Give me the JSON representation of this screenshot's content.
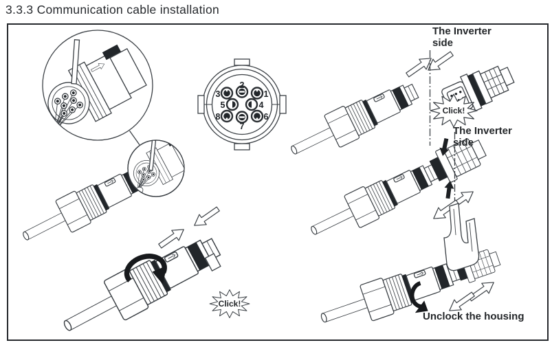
{
  "page": {
    "title": "3.3.3 Communication cable installation"
  },
  "labels": {
    "inverter_side_top": "The Inverter side",
    "inverter_side_mid": "The Inverter side",
    "click_top": "Click!",
    "click_bottom": "Click!",
    "unlock_housing": "Unclock the housing"
  },
  "connector_face": {
    "pins": [
      "1",
      "2",
      "3",
      "4",
      "5",
      "6",
      "7",
      "8"
    ]
  },
  "colors": {
    "line": "#3a3f44",
    "dark_fill": "#22262a",
    "text": "#232629",
    "frame_border": "#26292d"
  }
}
